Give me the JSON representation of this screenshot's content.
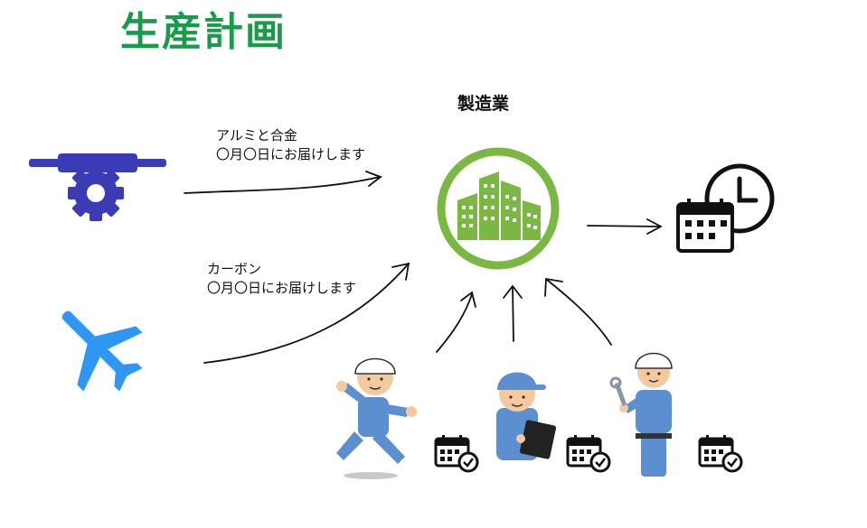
{
  "title": "生産計画",
  "manufacturer": {
    "label": "製造業",
    "ring_color": "#7bb843",
    "icon": "buildings-icon"
  },
  "suppliers": [
    {
      "icon": "gear-pipe-icon",
      "color": "#3b3bb5",
      "material": "アルミと合金",
      "delivery": "〇月〇日にお届けします"
    },
    {
      "icon": "airplane-icon",
      "color": "#2f96f3",
      "material": "カーボン",
      "delivery": "〇月〇日にお届けします"
    }
  ],
  "output_icon": "calendar-clock-icon",
  "workers": [
    {
      "role": "running-worker",
      "icon": "calendar-check-icon"
    },
    {
      "role": "clipboard-worker",
      "icon": "calendar-check-icon"
    },
    {
      "role": "wrench-worker",
      "icon": "calendar-check-icon"
    }
  ],
  "colors": {
    "title": "#1a9b4b",
    "worker_uniform": "#5b8fd0",
    "helmet": "#ffffff",
    "arrow": "#111111"
  }
}
